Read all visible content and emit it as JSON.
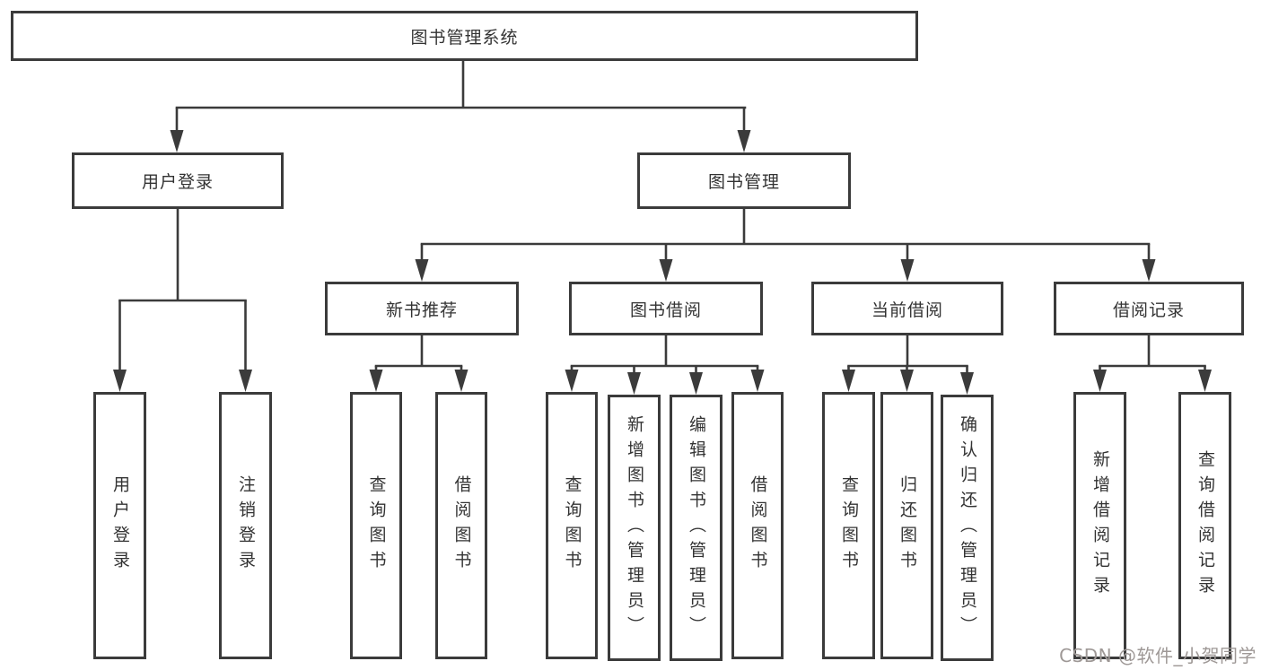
{
  "diagram": {
    "root": {
      "label": "图书管理系统"
    },
    "branches": [
      {
        "label": "用户登录",
        "children": [
          {
            "label": "用户登录"
          },
          {
            "label": "注销登录"
          }
        ]
      },
      {
        "label": "图书管理",
        "groups": [
          {
            "label": "新书推荐",
            "children": [
              {
                "label": "查询图书"
              },
              {
                "label": "借阅图书"
              }
            ]
          },
          {
            "label": "图书借阅",
            "children": [
              {
                "label": "查询图书"
              },
              {
                "label": "新增图书（管理员）"
              },
              {
                "label": "编辑图书（管理员）"
              },
              {
                "label": "借阅图书"
              }
            ]
          },
          {
            "label": "当前借阅",
            "children": [
              {
                "label": "查询图书"
              },
              {
                "label": "归还图书"
              },
              {
                "label": "确认归还（管理员）"
              }
            ]
          },
          {
            "label": "借阅记录",
            "children": [
              {
                "label": "新增借阅记录"
              },
              {
                "label": "查询借阅记录"
              }
            ]
          }
        ]
      }
    ]
  },
  "watermark": {
    "text": "CSDN @软件_小贺同学"
  },
  "colors": {
    "line": "#3b3b3b",
    "box_border": "#3b3b3b",
    "text": "#333333",
    "watermark": "#9e9896",
    "background": "#ffffff"
  }
}
